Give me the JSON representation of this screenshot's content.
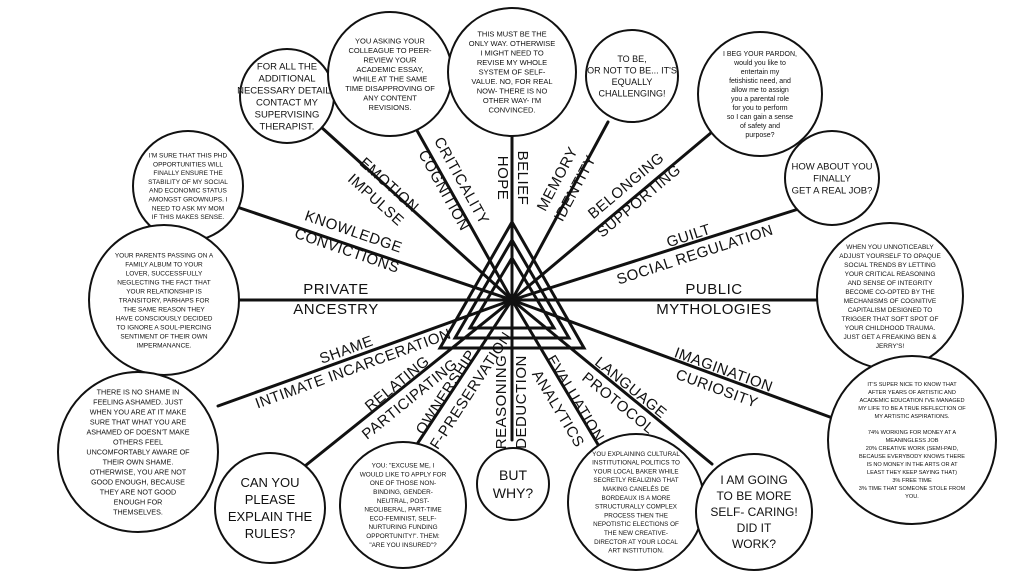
{
  "colors": {
    "ink": "#111111",
    "paper": "#ffffff"
  },
  "center": {
    "label_top": "BELIEF",
    "label_bottom": "HOPE"
  },
  "spokes": [
    {
      "id": "emotion",
      "outer": "EMOTION",
      "inner": "IMPULSE"
    },
    {
      "id": "criticality",
      "outer": "CRITICALITY",
      "inner": "COGNITION"
    },
    {
      "id": "belief",
      "outer": "BELIEF",
      "inner": "HOPE"
    },
    {
      "id": "memory",
      "outer": "MEMORY",
      "inner": "IDENTITY"
    },
    {
      "id": "belonging",
      "outer": "BELONGING",
      "inner": "SUPPORTING"
    },
    {
      "id": "guilt",
      "outer": "GUILT",
      "inner": "SOCIAL REGULATION"
    },
    {
      "id": "knowledge",
      "outer": "KNOWLEDGE",
      "inner": "CONVICTIONS"
    },
    {
      "id": "private",
      "outer": "PRIVATE",
      "inner": "ANCESTRY"
    },
    {
      "id": "public",
      "outer": "PUBLIC",
      "inner": "MYTHOLOGIES"
    },
    {
      "id": "shame",
      "outer": "SHAME",
      "inner": "INTIMATE INCARCERATION"
    },
    {
      "id": "imagination",
      "outer": "IMAGINATION",
      "inner": "CURIOSITY"
    },
    {
      "id": "relating",
      "outer": "RELATING",
      "inner": "PARTICIPATING"
    },
    {
      "id": "ownership",
      "outer": "OWNERSHIP",
      "inner": "SELF-PRESERVATION"
    },
    {
      "id": "reasoning",
      "outer": "REASONING",
      "inner": "DEDUCTION"
    },
    {
      "id": "evaluation",
      "outer": "EVALUATION",
      "inner": "ANALYTICS"
    },
    {
      "id": "language",
      "outer": "LANGUAGE",
      "inner": "PROTOCOL"
    }
  ],
  "bubbles": {
    "supervisor": [
      "FOR ALL THE",
      "ADDITIONAL",
      "NECESSARY DETAILS",
      "CONTACT MY",
      "SUPERVISING",
      "THERAPIST."
    ],
    "peer_review": [
      "YOU ASKING YOUR",
      "COLLEAGUE TO PEER-",
      "REVIEW YOUR",
      "ACADEMIC ESSAY,",
      "WHILE AT THE SAME",
      "TIME DISAPPROVING OF",
      "ANY CONTENT",
      "REVISIONS."
    ],
    "only_way": [
      "THIS MUST BE THE",
      "ONLY WAY. OTHERWISE",
      "I MIGHT NEED TO",
      "REVISE MY WHOLE",
      "SYSTEM OF SELF-",
      "VALUE. NO, FOR REAL",
      "NOW- THERE IS NO",
      "OTHER WAY- I'M",
      "CONVINCED."
    ],
    "to_be": [
      "TO BE,",
      "OR NOT TO BE... IT'S",
      "EQUALLY",
      "CHALLENGING!"
    ],
    "pardon": [
      "I BEG YOUR PARDON,",
      "would you like to",
      "entertain my",
      "fetishistic need, and",
      "allow me to assign",
      "you a parental role",
      "for you to perform",
      "so I can gain a sense",
      "of safety and",
      "purpose?"
    ],
    "real_job": [
      "HOW ABOUT YOU",
      "FINALLY",
      "GET A REAL JOB?"
    ],
    "phd": [
      "I'M SURE THAT THIS PHD",
      "OPPORTUNITIES WILL",
      "FINALLY ENSURE THE",
      "STABILITY OF MY SOCIAL",
      "AND ECONOMIC STATUS",
      "AMONGST GROWNUPS. I",
      "NEED TO ASK MY MOM",
      "IF THIS MAKES SENSE."
    ],
    "social_trends": [
      "WHEN YOU UNNOTICEABLY",
      "ADJUST YOURSELF TO OPAQUE",
      "SOCIAL TRENDS BY LETTING",
      "YOUR CRITICAL REASONING",
      "AND SENSE OF INTEGRITY",
      "BECOME CO-OPTED BY THE",
      "MECHANISMS OF COGNITIVE",
      "CAPITALISM DESIGNED TO",
      "TRIGGER THAT SOFT SPOT OF",
      "YOUR CHILDHOOD TRAUMA.",
      "JUST GET A FREAKING BEN &",
      "JERRY'S!"
    ],
    "album": [
      "YOUR  PARENTS PASSING ON A",
      "FAMILY ALBUM TO YOUR",
      "LOVER, SUCCESSFULLY",
      "NEGLECTING THE FACT THAT",
      "YOUR RELATIONSHIP IS",
      "TRANSITORY, PARHAPS FOR",
      "THE SAME REASON THEY",
      "HAVE CONSCIOUSLY DECIDED",
      "TO IGNORE A SOUL-PIERCING",
      "SENTIMENT OF THEIR OWN",
      "IMPERMANANCE."
    ],
    "artistic": [
      "IT'S SUPER NICE TO KNOW THAT",
      "AFTER YEARS OF ARTISTIC AND",
      "ACADEMIC EDUCATION I'VE MANAGED",
      "MY LIFE TO BE A TRUE REFLECTION OF",
      "MY ARTISTIC ASPIRATIONS.",
      "",
      "74% WORKING FOR MONEY AT A",
      "MEANINGLESS JOB",
      "20% CREATIVE WORK (SEMI-PAID,",
      "BECAUSE EVERYBODY KNOWS THERE",
      "IS NO MONEY IN THE ARTS OR AT",
      "LEAST THEY KEEP SAYING THAT)",
      "3% FREE TIME",
      "3% TIME THAT SOMEONE STOLE FROM",
      "YOU."
    ],
    "shame": [
      "THERE IS NO SHAME IN",
      "FEELING ASHAMED. JUST",
      "WHEN YOU ARE AT IT MAKE",
      "SURE THAT WHAT YOU ARE",
      "ASHAMED OF DOESN'T MAKE",
      "OTHERS FEEL",
      "UNCOMFORTABLY AWARE OF",
      "THEIR OWN SHAME.",
      "OTHERWISE, YOU ARE NOT",
      "GOOD ENOUGH, BECAUSE",
      "THEY ARE NOT GOOD",
      "ENOUGH FOR",
      "THEMSELVES."
    ],
    "explain": [
      "CAN YOU",
      "PLEASE",
      "EXPLAIN THE",
      "RULES?"
    ],
    "excuse_me": [
      "YOU: \"EXCUSE ME, I",
      "WOULD LIKE TO APPLY FOR",
      "ONE OF THOSE NON-",
      "BINDING, GENDER-",
      "NEUTRAL, POST-",
      "NEOLIBERAL, PART-TIME",
      "ECO-FEMINIST, SELF-",
      "NURTURING FUNDING",
      "OPPORTUNITY!\". THEM:",
      "\"ARE YOU INSURED\"?"
    ],
    "but_why": [
      "BUT",
      "WHY?"
    ],
    "baker": [
      "YOU EXPLAINING CULTURAL",
      "INSTITUTIONAL POLITICS TO",
      "YOUR LOCAL BAKER WHILE",
      "SECRETLY REALIZING THAT",
      "MAKING CANELÉS DE",
      "BORDEAUX IS A MORE",
      "STRUCTURALLY COMPLEX",
      "PROCESS THEN THE",
      "NEPOTISTIC ELECTIONS OF",
      "THE NEW CREATIVE-",
      "DIRECTOR AT YOUR LOCAL",
      "ART INSTITUTION."
    ],
    "self_caring": [
      "I AM GOING",
      "TO BE MORE",
      "SELF- CARING!",
      "DID IT",
      "WORK?"
    ]
  }
}
